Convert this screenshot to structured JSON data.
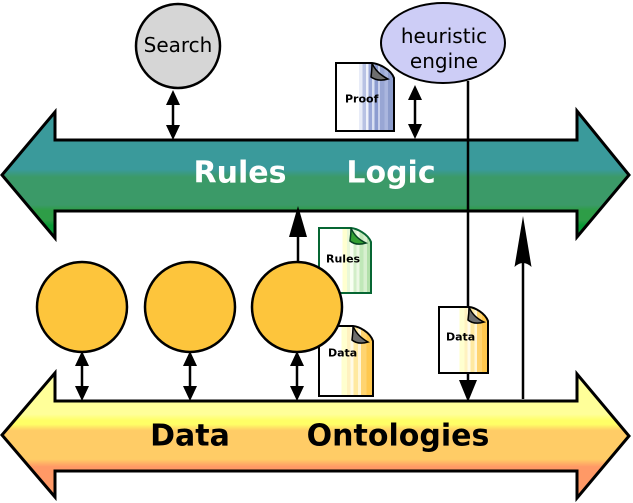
{
  "diagram": {
    "nodes": {
      "search": {
        "label": "Search"
      },
      "heuristic_engine": {
        "label": "heuristic engine"
      }
    },
    "banners": {
      "logic_layer": {
        "left_label": "Rules",
        "right_label": "Logic"
      },
      "data_layer": {
        "left_label": "Data",
        "right_label": "Ontologies"
      }
    },
    "documents": {
      "proof": {
        "label": "Proof"
      },
      "rules": {
        "label": "Rules"
      },
      "data_a": {
        "label": "Data"
      },
      "data_b": {
        "label": "Data"
      }
    },
    "colors": {
      "logic_banner": [
        "#3A9A9B",
        "#3B9A68",
        "#2E9D47",
        "#089A35"
      ],
      "data_banner": [
        "#FFFFA8",
        "#FFFF99",
        "#FFFF66",
        "#FFCC66",
        "#FF9966"
      ],
      "node_circle": "#FDC53C",
      "search_circle": "#D6D6D6",
      "heuristic_ellipse": "#CDCDF6",
      "outline": "#000000",
      "logic_banner_text": "#FFFFFF",
      "data_banner_text": "#000000"
    }
  }
}
